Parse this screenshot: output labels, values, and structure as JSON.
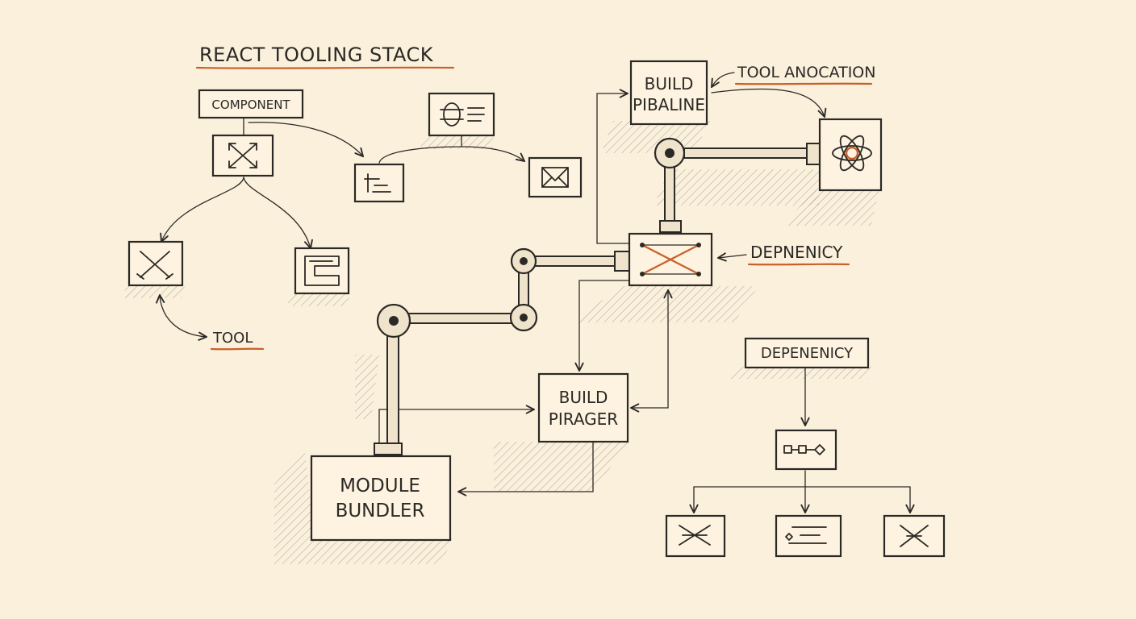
{
  "title": "REACT TOOLING STACK",
  "labels": {
    "component": "COMPONENT",
    "tool": "TOOL",
    "tool_allocation": "TOOL ANOCATION",
    "dependency_right": "DEPNENICY",
    "dependency_box": "DEPENENICY",
    "build_pipeline_line1": "BUILD",
    "build_pipeline_line2": "PIBALINE",
    "build_manager_line1": "BUILD",
    "build_manager_line2": "PIRAGER",
    "module_bundler_line1": "MODULE",
    "module_bundler_line2": "BUNDLER"
  },
  "colors": {
    "paper": "#fbf0dc",
    "ink": "#2b2925",
    "accent": "#c8602a"
  },
  "icons": {
    "component_tree_root": "crossed-arrows-icon",
    "component_child_left": "crossed-tools-icon",
    "component_child_right": "layout-brackets-icon",
    "list_node": "list-icon",
    "settings_list_node": "settings-list-icon",
    "mail_node": "envelope-icon",
    "react_node": "react-atom-icon",
    "dependency_node": "crossed-links-icon",
    "flow_node": "flowchart-icon",
    "leaf_left": "cross-icon",
    "leaf_middle": "text-lines-icon",
    "leaf_right": "close-icon"
  }
}
